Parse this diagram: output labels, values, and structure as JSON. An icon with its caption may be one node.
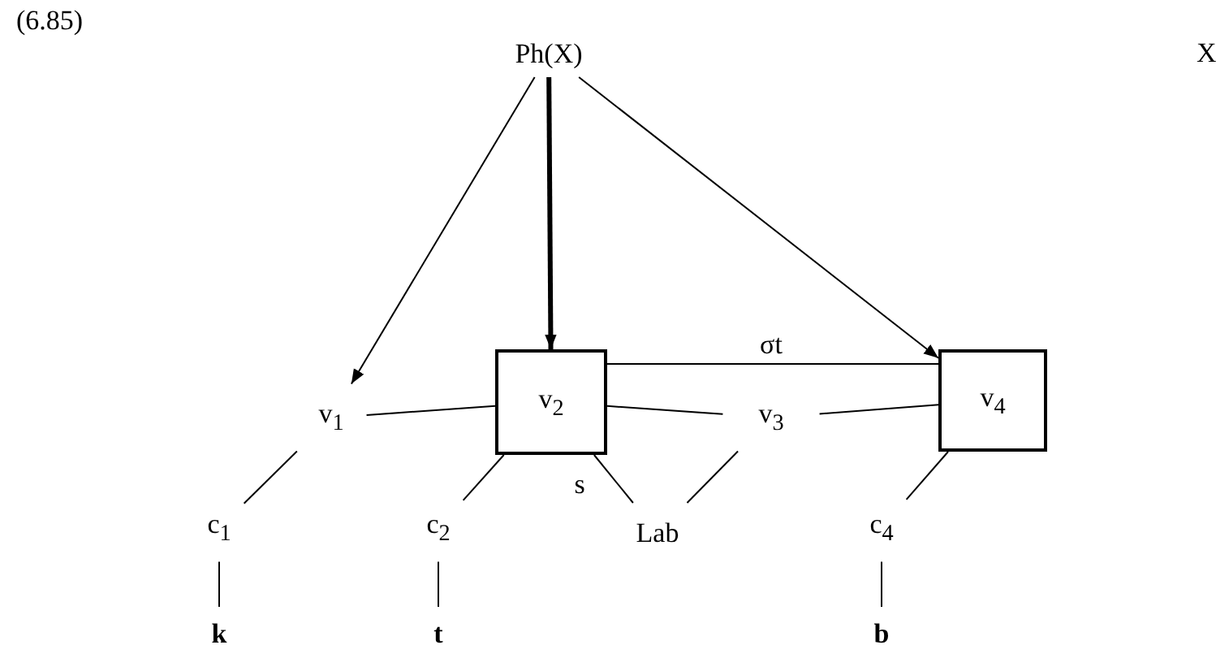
{
  "diagram": {
    "nodes": [
      {
        "text": [
          "Ph(X)"
        ]
      },
      {
        "text": [
          "v$_{1}$"
        ]
      },
      {
        "text": [
          "v$_{2}$"
        ]
      },
      {
        "text": [
          "v$_{3}$"
        ]
      },
      {
        "text": [
          "v$_{4}$"
        ]
      },
      {
        "text": [
          "c$_{1}$"
        ]
      },
      {
        "text": [
          "c$_{2}$"
        ]
      },
      {
        "text": [
          "Lab"
        ]
      },
      {
        "text": [
          "c$_{4}$"
        ]
      },
      {
        "text": [
          "k"
        ]
      },
      {
        "text": [
          "t"
        ]
      },
      {
        "text": [
          "b"
        ]
      }
    ],
    "edges": [
      {
        "from": 0,
        "to": 1,
        "arrow": "to"
      },
      {
        "from": 0,
        "to": 2,
        "arrow": "to",
        "style": "thick"
      },
      {
        "from": 0,
        "to": 4,
        "arrow": "to"
      },
      {
        "from": 2,
        "to": 4,
        "arrow": "none",
        "label": "σt"
      },
      {
        "from": 1,
        "to": 2,
        "arrow": "none"
      },
      {
        "from": 2,
        "to": 3,
        "arrow": "none"
      },
      {
        "from": 3,
        "to": 4,
        "arrow": "none"
      },
      {
        "from": 1,
        "to": 5,
        "arrow": "none"
      },
      {
        "from": 2,
        "to": 6,
        "arrow": "none"
      },
      {
        "from": 2,
        "to": 7,
        "arrow": "none",
        "label": "s"
      },
      {
        "from": 3,
        "to": 7,
        "arrow": "none"
      },
      {
        "from": 4,
        "to": 8,
        "arrow": "none"
      },
      {
        "from": 5,
        "to": 9,
        "arrow": "none"
      },
      {
        "from": 6,
        "to": 10,
        "arrow": "none"
      },
      {
        "from": 8,
        "to": 11,
        "arrow": "none"
      }
    ],
    "labels": [
      "(6.85)",
      "X"
    ]
  }
}
